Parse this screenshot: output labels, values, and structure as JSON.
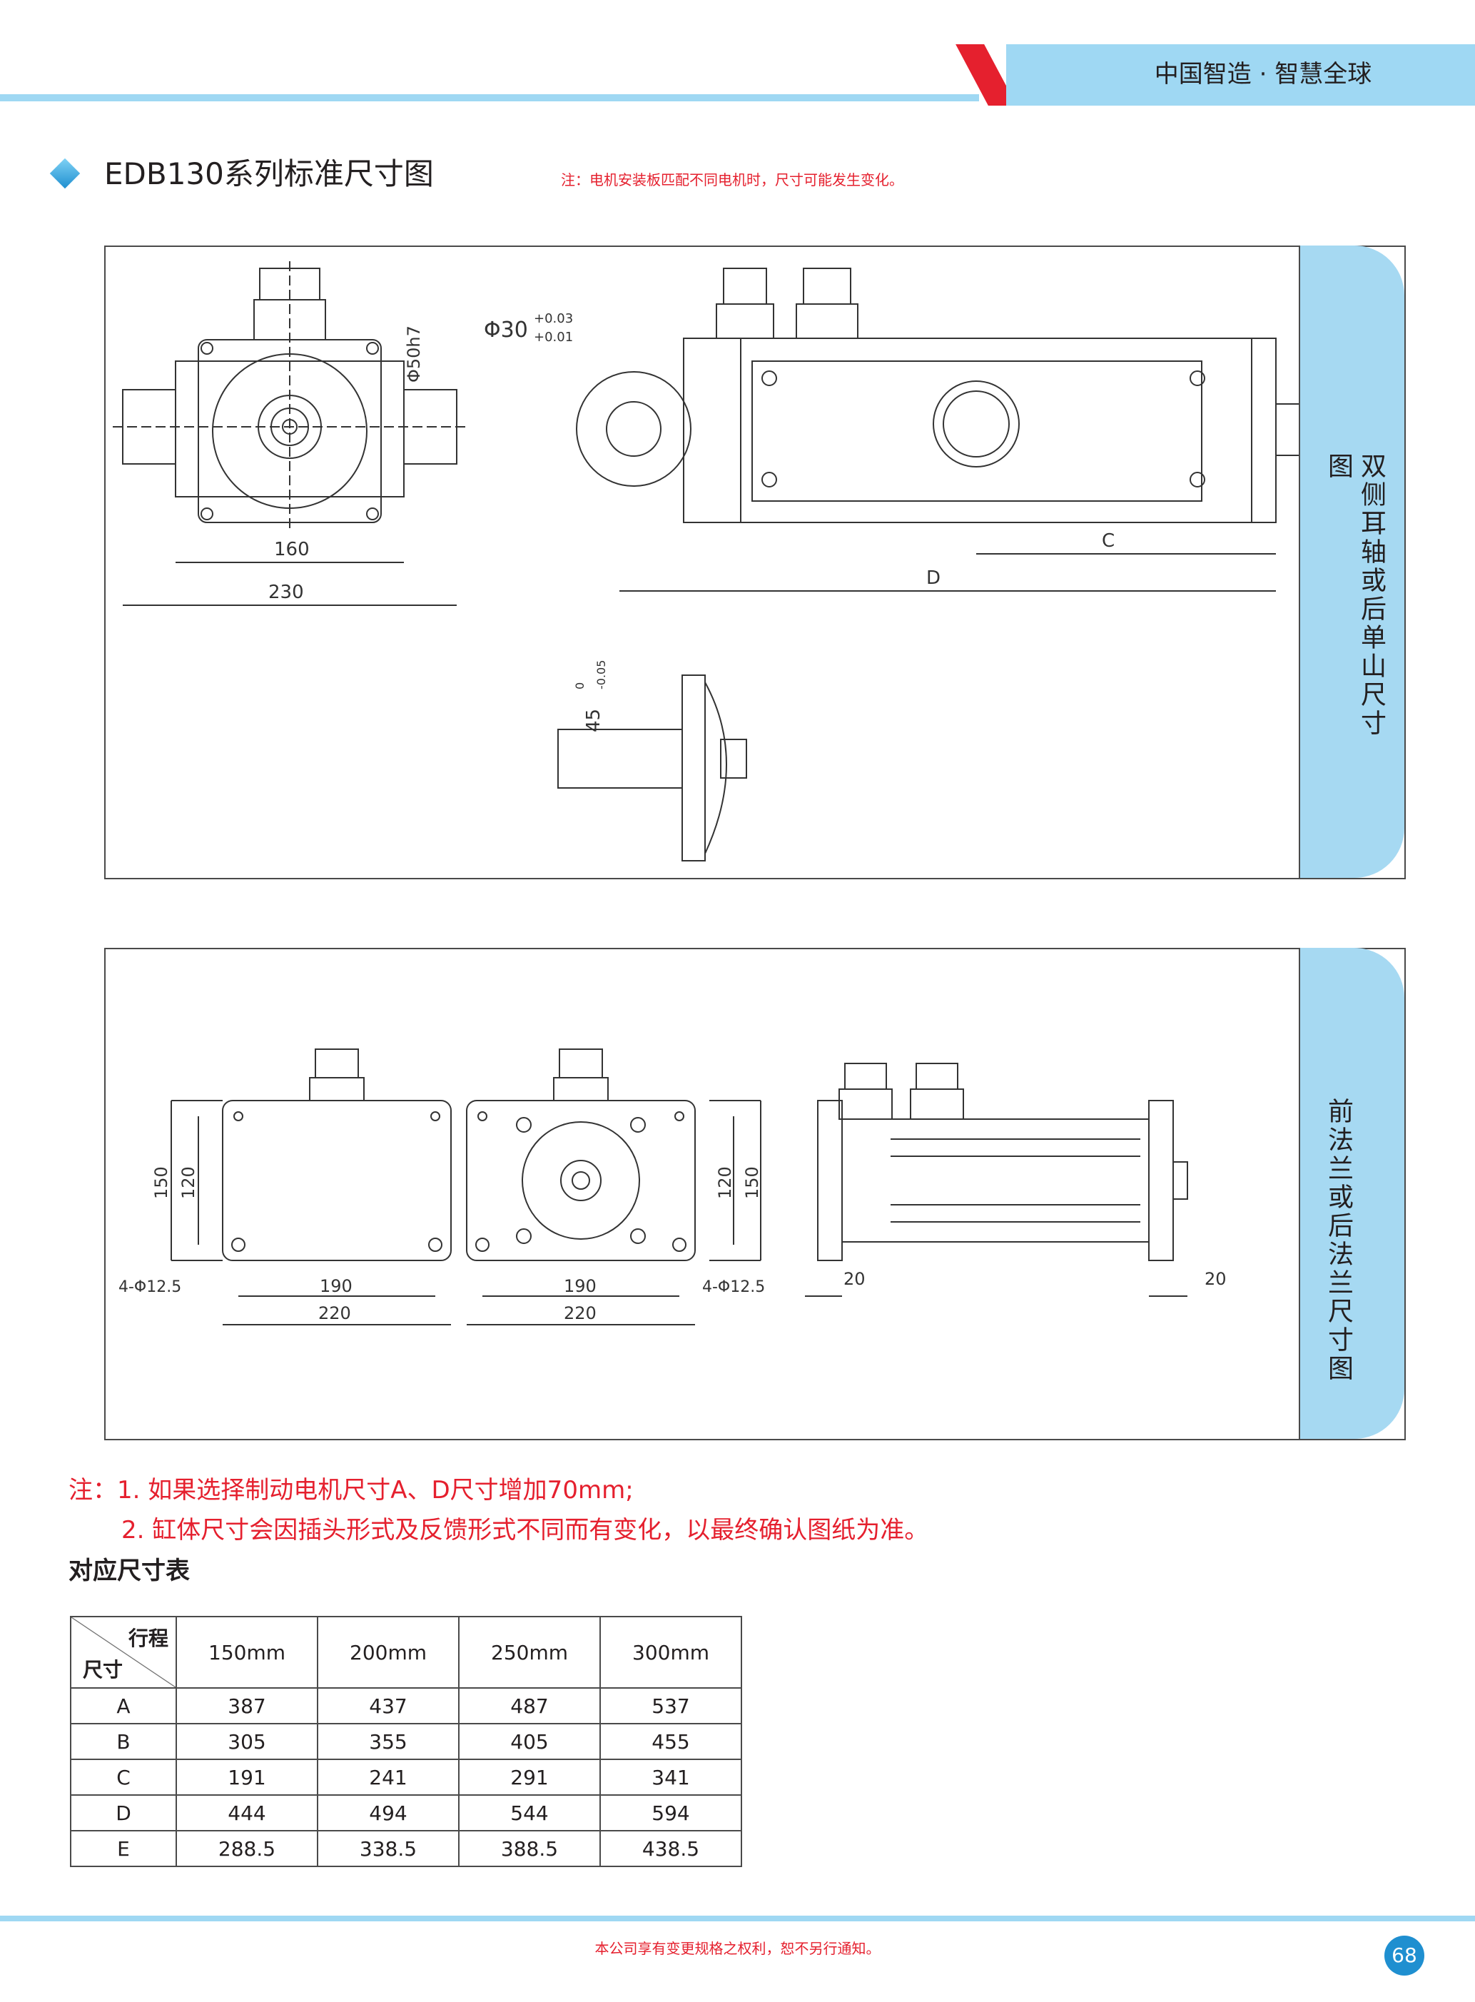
{
  "header": {
    "slogan": "中国智造 · 智慧全球"
  },
  "title": "EDB130系列标准尺寸图",
  "note_top": "注：电机安装板匹配不同电机时，尺寸可能发生变化。",
  "panels": [
    {
      "side_label": "双侧耳轴或后单山尺寸图",
      "dims": {
        "shaft": "Φ50h7",
        "hole": "Φ30",
        "tol_hole_upper": "+0.03",
        "tol_hole_lower": "+0.01",
        "w160": "160",
        "w230": "230",
        "c": "C",
        "d": "D",
        "w45": "45",
        "tol45_upper": "0",
        "tol45_lower": "-0.05"
      }
    },
    {
      "side_label": "前法兰或后法兰尺寸图",
      "dims": {
        "h150": "150",
        "h120": "120",
        "w190": "190",
        "w220": "220",
        "holes": "4-Φ12.5",
        "t20": "20"
      }
    }
  ],
  "notes": {
    "line1": "注：1. 如果选择制动电机尺寸A、D尺寸增加70mm;",
    "line2": "2. 缸体尺寸会因插头形式及反馈形式不同而有变化，以最终确认图纸为准。"
  },
  "table": {
    "title": "对应尺寸表",
    "corner_top": "行程",
    "corner_bottom": "尺寸",
    "columns": [
      "150mm",
      "200mm",
      "250mm",
      "300mm"
    ],
    "rows": [
      {
        "label": "A",
        "values": [
          "387",
          "437",
          "487",
          "537"
        ]
      },
      {
        "label": "B",
        "values": [
          "305",
          "355",
          "405",
          "455"
        ]
      },
      {
        "label": "C",
        "values": [
          "191",
          "241",
          "291",
          "341"
        ]
      },
      {
        "label": "D",
        "values": [
          "444",
          "494",
          "544",
          "594"
        ]
      },
      {
        "label": "E",
        "values": [
          "288.5",
          "338.5",
          "388.5",
          "438.5"
        ]
      }
    ]
  },
  "footer": {
    "text": "本公司享有变更规格之权利，恕不另行通知。",
    "page": "68"
  },
  "colors": {
    "accent_blue": "#9fd8f3",
    "note_red": "#e5202e",
    "side_blue": "#a6d9f2"
  }
}
